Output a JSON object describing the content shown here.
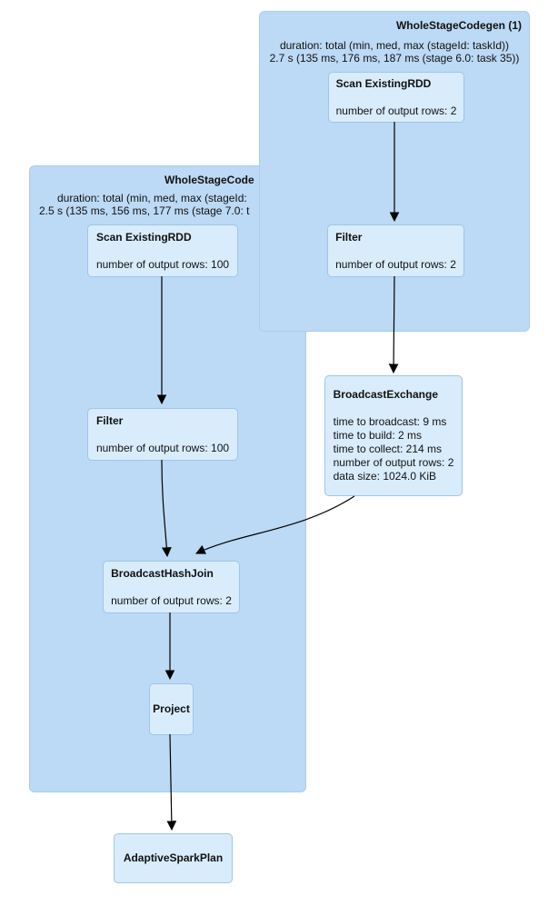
{
  "diagram": {
    "title": "Spark SQL query plan DAG",
    "clusters": [
      {
        "title": "WholeStageCodegen (1)",
        "duration_line1": "duration: total (min, med, max (stageId: taskId))",
        "duration_line2": "2.7 s (135 ms, 176 ms, 187 ms (stage 6.0: task 35))"
      },
      {
        "title": "WholeStageCode",
        "duration_line1": "duration: total (min, med, max (stageId:",
        "duration_line2": "2.5 s (135 ms, 156 ms, 177 ms (stage 7.0: t"
      }
    ],
    "nodes": [
      {
        "title": "Scan ExistingRDD",
        "metrics": [
          "number of output rows: 2"
        ]
      },
      {
        "title": "Filter",
        "metrics": [
          "number of output rows: 2"
        ]
      },
      {
        "title": "Scan ExistingRDD",
        "metrics": [
          "number of output rows: 100"
        ]
      },
      {
        "title": "Filter",
        "metrics": [
          "number of output rows: 100"
        ]
      },
      {
        "title": "BroadcastExchange",
        "metrics": [
          "time to broadcast: 9 ms",
          "time to build: 2 ms",
          "time to collect: 214 ms",
          "number of output rows: 2",
          "data size: 1024.0 KiB"
        ]
      },
      {
        "title": "BroadcastHashJoin",
        "metrics": [
          "number of output rows: 2"
        ]
      },
      {
        "title": "Project",
        "metrics": []
      },
      {
        "title": "AdaptiveSparkPlan",
        "metrics": []
      }
    ],
    "colors": {
      "cluster_fill": "#bcd9f5",
      "cluster_border": "#a9cdef",
      "node_fill": "#d9ecfc",
      "node_border": "#9cc7ea",
      "arrow": "#000000",
      "text": "#111111"
    }
  }
}
